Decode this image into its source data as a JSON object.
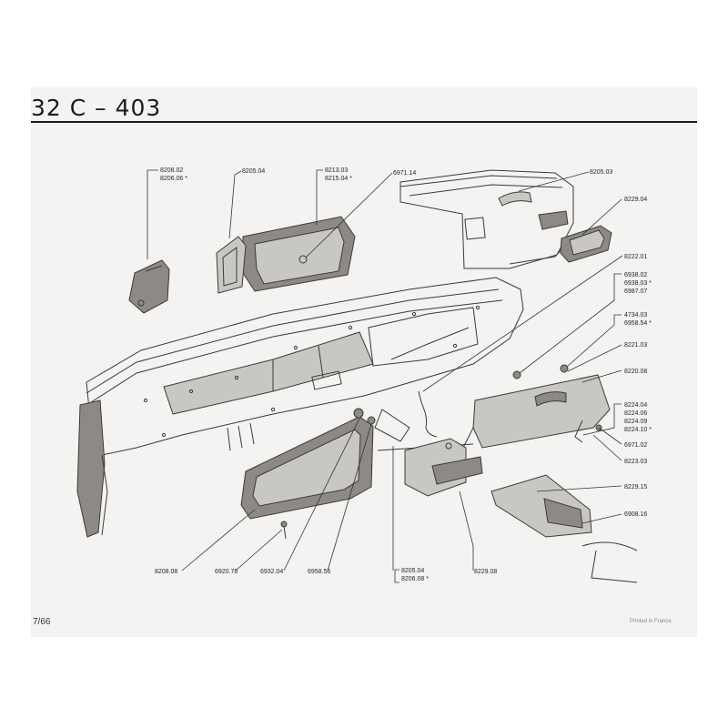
{
  "header": {
    "title": "32 C  –  403"
  },
  "footer": {
    "page_number": "7/66",
    "printer_note": "Printed in France"
  },
  "callouts": [
    {
      "id": "c1",
      "lines": [
        "8208.02",
        "8206.06 *"
      ]
    },
    {
      "id": "c2",
      "lines": [
        "8205.04"
      ]
    },
    {
      "id": "c3",
      "lines": [
        "8213.03",
        "8215.04 *"
      ]
    },
    {
      "id": "c4",
      "lines": [
        "6971.14"
      ]
    },
    {
      "id": "c5",
      "lines": [
        "8205.03"
      ]
    },
    {
      "id": "c6",
      "lines": [
        "8229.04"
      ]
    },
    {
      "id": "c7",
      "lines": [
        "8222.01"
      ]
    },
    {
      "id": "c8",
      "lines": [
        "6938.02",
        "6938.03 *",
        "6987.07"
      ]
    },
    {
      "id": "c9",
      "lines": [
        "4734.03",
        "6958.54 *"
      ]
    },
    {
      "id": "c10",
      "lines": [
        "8221.03"
      ]
    },
    {
      "id": "c11",
      "lines": [
        "8220.08"
      ]
    },
    {
      "id": "c12",
      "lines": [
        "8224.04",
        "8224.06",
        "8224.09",
        "8224.10 *"
      ]
    },
    {
      "id": "c13",
      "lines": [
        "6971.02"
      ]
    },
    {
      "id": "c14",
      "lines": [
        "8223.03"
      ]
    },
    {
      "id": "c15",
      "lines": [
        "8229.15"
      ]
    },
    {
      "id": "c16",
      "lines": [
        "6908.16"
      ]
    },
    {
      "id": "c17",
      "lines": [
        "8208.08"
      ]
    },
    {
      "id": "c18",
      "lines": [
        "6920.76"
      ]
    },
    {
      "id": "c19",
      "lines": [
        "6932.04"
      ]
    },
    {
      "id": "c20",
      "lines": [
        "6958.56"
      ]
    },
    {
      "id": "c21",
      "lines": [
        "8205.04",
        "8206.08 *"
      ]
    },
    {
      "id": "c22",
      "lines": [
        "8229.08"
      ]
    }
  ]
}
